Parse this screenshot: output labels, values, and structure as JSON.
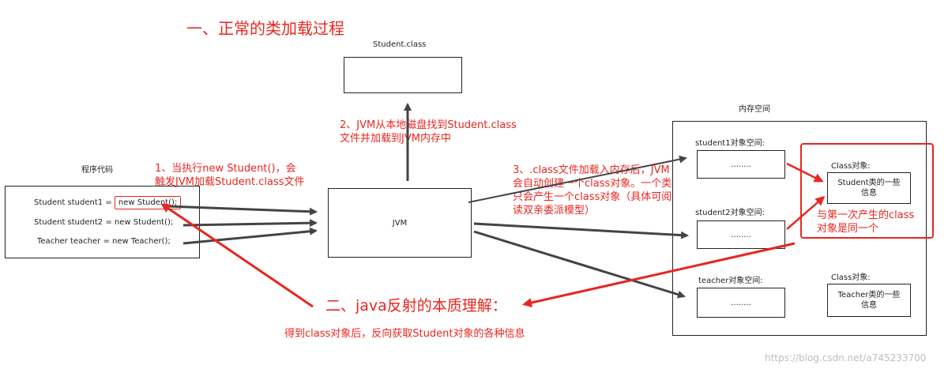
{
  "title1": "一、正常的类加载过程",
  "student_class_label": "Student.class",
  "program_label": "程序代码",
  "code_lines": [
    {
      "prefix": "Student student1 = ",
      "highlight": "new Student();"
    },
    {
      "text": "Student student2 =  new Student();"
    },
    {
      "text": "Teacher teacher = new Teacher();"
    }
  ],
  "jvm_label": "JVM",
  "memory_label": "内存空间",
  "student1_space": "student1对象空间:",
  "student2_space": "student2对象空间:",
  "teacher_space": "teacher对象空间:",
  "dots": "........",
  "class_obj_label1": "Class对象:",
  "class_obj_label2": "Class对象:",
  "student_info": "Student类的一些\n信息",
  "teacher_info": "Teacher类的一些\n信息",
  "step1_line1": "1、当执行new Student()，会",
  "step1_line2": "触发JVM加载Student.class文件",
  "step2_line1": "2、JVM从本地磁盘找到Student.class",
  "step2_line2": "文件并加载到JVM内存中",
  "step3_line1": "3、.class文件加载入内存后，JVM",
  "step3_line2": "会自动创建一个class对象。一个类",
  "step3_line3": "只会产生一个class对象（具体可阅",
  "step3_line4": "读双亲委派模型）",
  "same_line1": "与第一次产生的class",
  "same_line2": "对象是同一个",
  "title2": "二、java反射的本质理解：",
  "reflect_desc": "得到class对象后，反向获取Student对象的各种信息",
  "watermark": "https://blog.csdn.net/a745233700",
  "colors": {
    "accent_red": "#e8261f",
    "arrow_dark": "#444444"
  }
}
